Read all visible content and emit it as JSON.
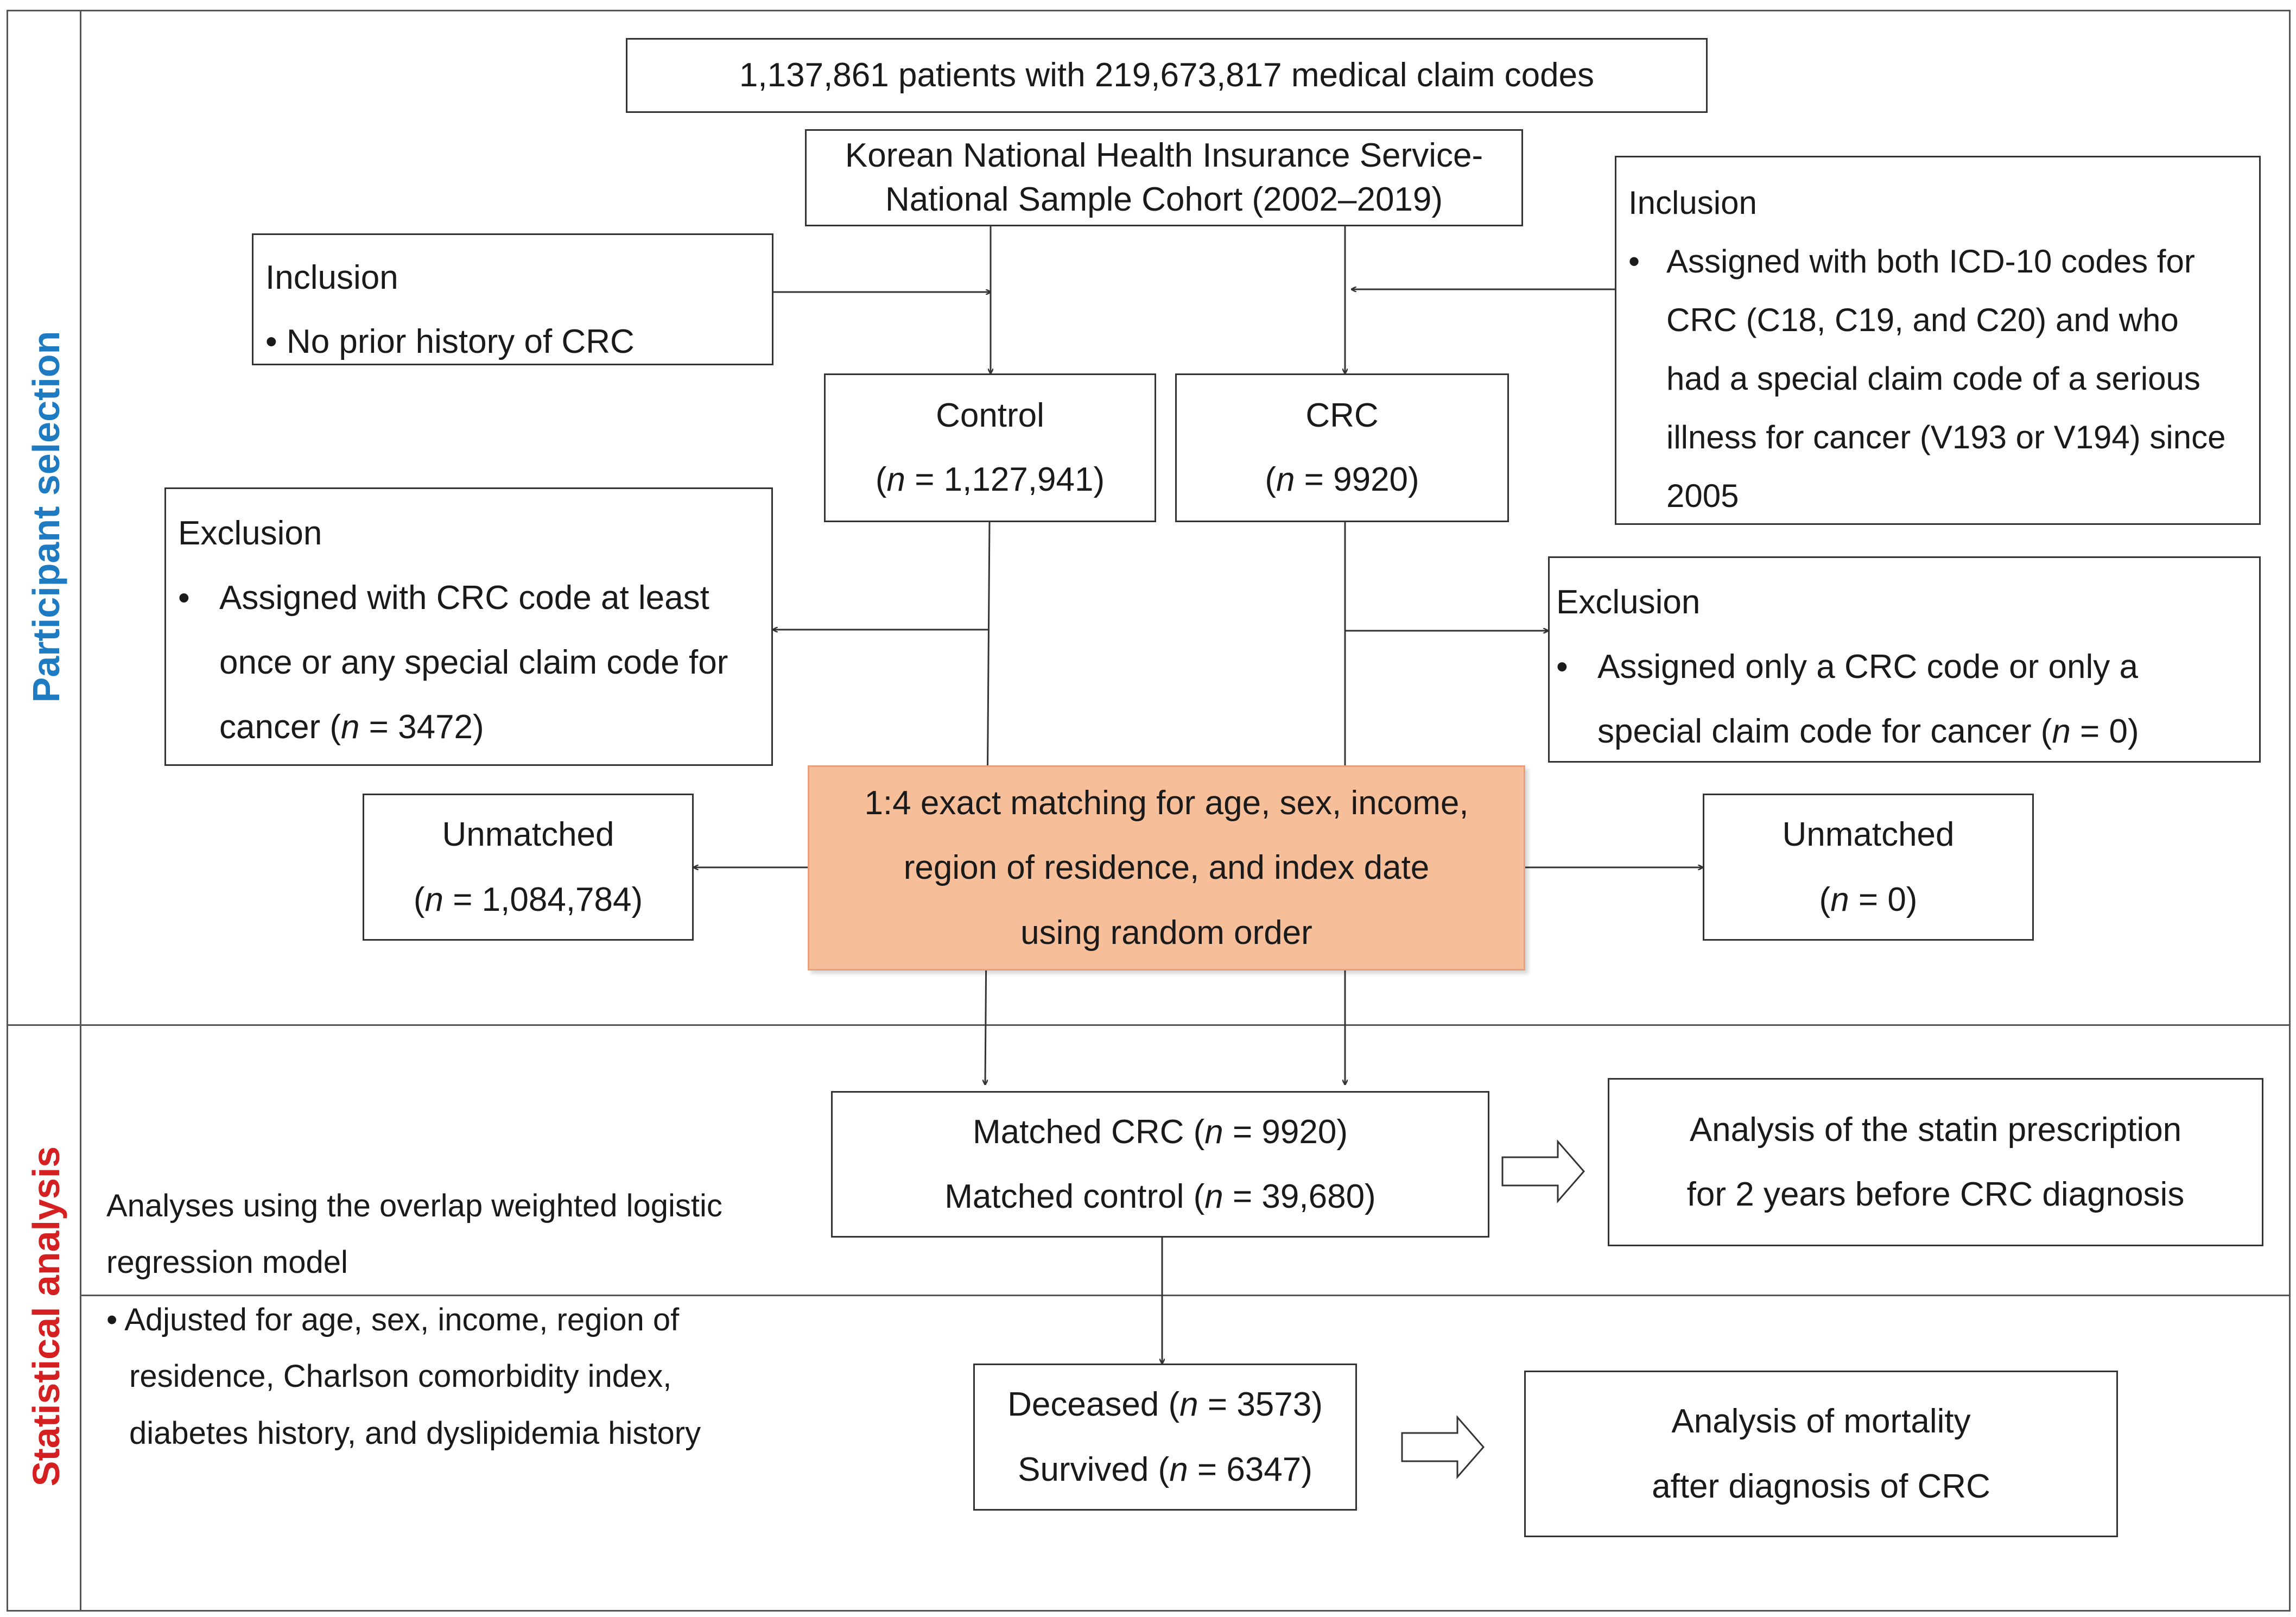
{
  "colors": {
    "participant_label": "#1f7bc1",
    "statistical_label": "#d42020",
    "match_fill": "#f6bf9a"
  },
  "sections": {
    "participant_label": "Participant selection",
    "statistical_label": "Statistical analysis"
  },
  "top": {
    "text": "1,137,861 patients with 219,673,817 medical claim codes"
  },
  "cohort": {
    "line1": "Korean National Health Insurance Service-",
    "line2": "National Sample Cohort (2002–2019)"
  },
  "inclusion_left": {
    "title": "Inclusion",
    "bullet": "• No prior history of CRC"
  },
  "inclusion_right": {
    "title": "Inclusion",
    "bullet_mark": "•",
    "lines": [
      "Assigned with both ICD-10 codes for",
      "CRC (C18, C19, and C20) and  who",
      "had a special claim  code  of  a serious",
      "illness for cancer (V193 or V194) since",
      "2005"
    ]
  },
  "control": {
    "title": "Control",
    "n_prefix": "(",
    "n_label": "n",
    "n_value": " =  1,127,941)"
  },
  "crc": {
    "title": "CRC",
    "n_prefix": "(",
    "n_label": "n",
    "n_value": " = 9920)"
  },
  "exclusion_left": {
    "title": "Exclusion",
    "bullet_mark": "•",
    "line1": "Assigned with CRC code at least",
    "line2": "once or any special claim code for",
    "line3_pre": "cancer (",
    "line3_n": "n",
    "line3_post": " = 3472)"
  },
  "exclusion_right": {
    "title": "Exclusion",
    "bullet_mark": "•",
    "line1": "Assigned only a CRC code or only a",
    "line2_pre": "special claim code for cancer (",
    "line2_n": "n",
    "line2_post": " = 0)"
  },
  "matching": {
    "line1": "1:4 exact matching for age, sex, income,",
    "line2": "region of residence, and index date",
    "line3": "using random order"
  },
  "unmatched_left": {
    "title": "Unmatched",
    "n_prefix": "(",
    "n_label": "n",
    "n_value": " = 1,084,784)"
  },
  "unmatched_right": {
    "title": "Unmatched",
    "n_prefix": "(",
    "n_label": "n",
    "n_value": " = 0)"
  },
  "matched": {
    "line1_pre": "Matched CRC (",
    "line1_n": "n",
    "line1_post": " = 9920)",
    "line2_pre": "Matched control (",
    "line2_n": "n",
    "line2_post": " = 39,680)"
  },
  "analysis_statin": {
    "line1": "Analysis of the statin prescription",
    "line2": "for 2 years before CRC diagnosis"
  },
  "outcome": {
    "line1_pre": "Deceased (",
    "line1_n": "n",
    "line1_post": " = 3573)",
    "line2_pre": "Survived (",
    "line2_n": "n",
    "line2_post": " = 6347)"
  },
  "analysis_mortality": {
    "line1": "Analysis of mortality",
    "line2": "after diagnosis of CRC"
  },
  "stats_text": {
    "line1": "Analyses using the overlap weighted logistic",
    "line2": "regression model",
    "adj1": "• Adjusted for age, sex, income, region of",
    "adj2": "residence, Charlson comorbidity index,",
    "adj3": "diabetes history, and dyslipidemia history"
  }
}
